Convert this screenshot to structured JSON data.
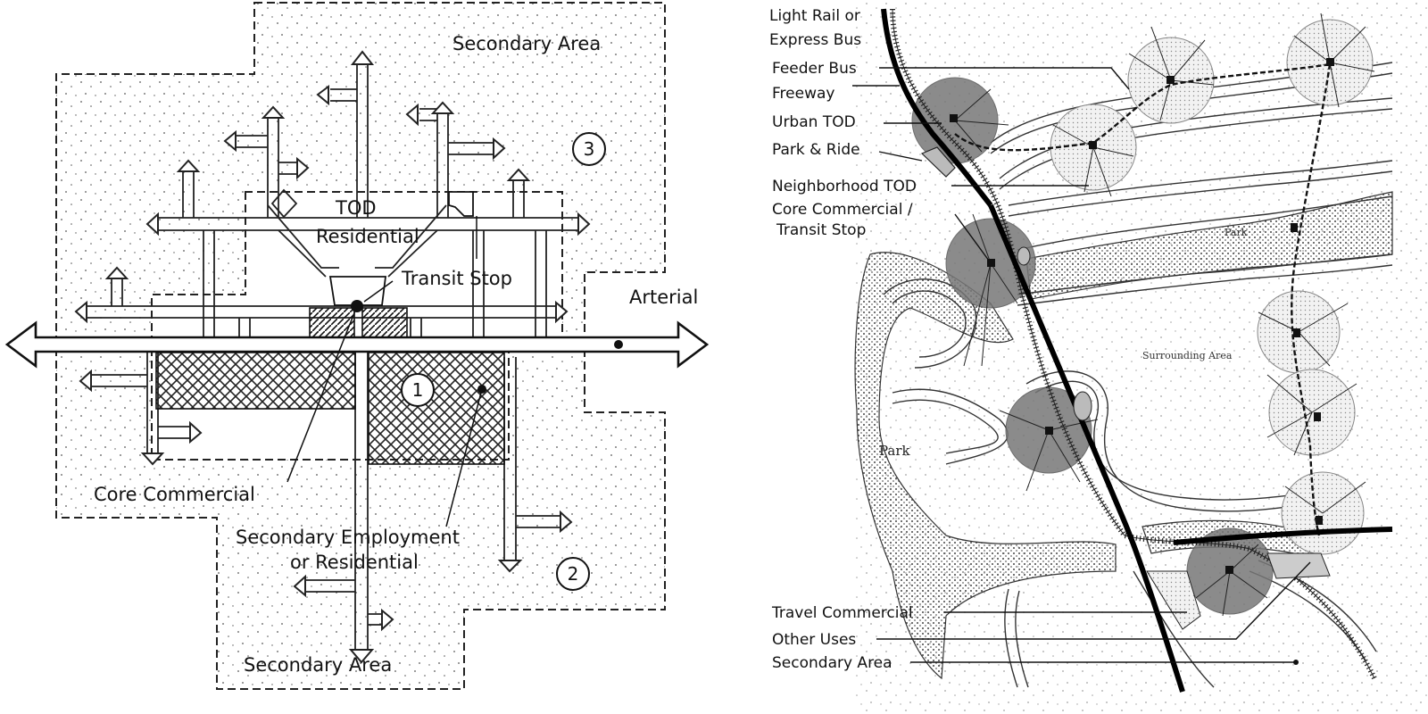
{
  "left_diagram": {
    "labels": {
      "secondary_area_top": "Secondary Area",
      "secondary_area_bottom": "Secondary Area",
      "tod_residential_line1": "TOD",
      "tod_residential_line2": "Residential",
      "transit_stop": "Transit Stop",
      "arterial": "Arterial",
      "core_commercial": "Core Commercial",
      "secondary_employment_line1": "Secondary Employment",
      "secondary_employment_line2": "or Residential",
      "zone_1": "1",
      "zone_2": "2",
      "zone_3": "3"
    }
  },
  "right_diagram": {
    "legend": {
      "light_rail_line1": "Light Rail or",
      "light_rail_line2": "Express Bus",
      "feeder_bus": "Feeder Bus",
      "freeway": "Freeway",
      "urban_tod": "Urban TOD",
      "park_ride": "Park & Ride",
      "neighborhood_tod": "Neighborhood TOD",
      "core_commercial_line1": "Core Commercial /",
      "core_commercial_line2": "Transit Stop",
      "travel_commercial": "Travel Commercial",
      "other_uses": "Other Uses",
      "secondary_area": "Secondary Area"
    },
    "map_labels": {
      "park_left": "Park",
      "park_top": "Park",
      "surrounding_area": "Surrounding Area"
    }
  }
}
